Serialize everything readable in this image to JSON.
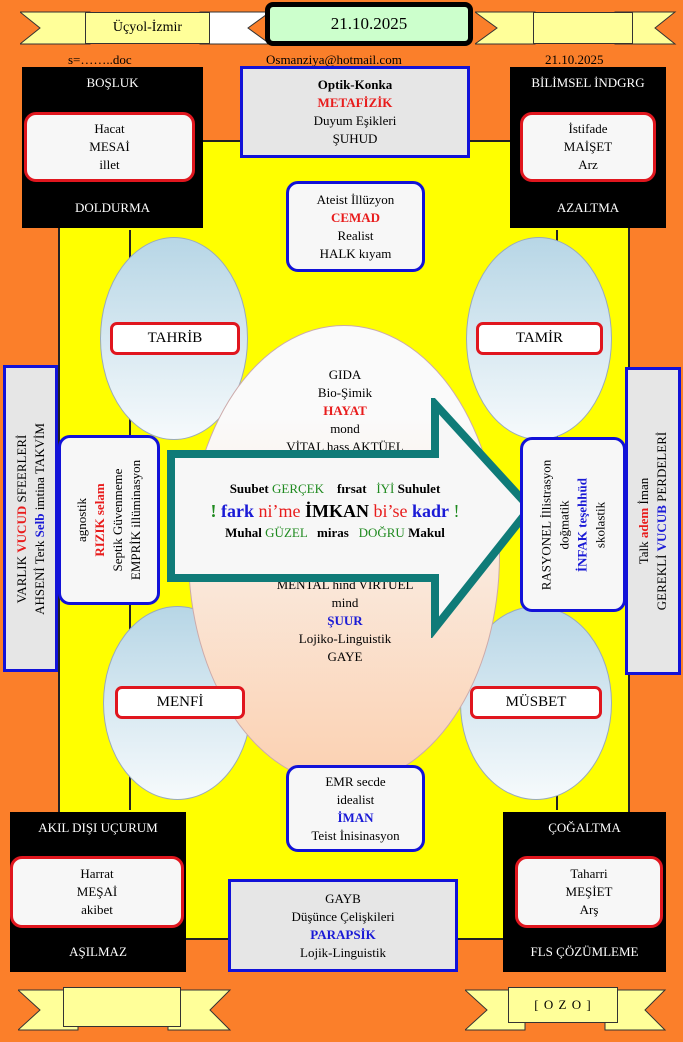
{
  "header": {
    "location": "Üçyol-İzmir",
    "date": "21.10.2025",
    "file": "s=……..doc",
    "email": "Osmanziya@hotmail.com",
    "date_small": "21.10.2025"
  },
  "corners": {
    "tl": {
      "top": "BOŞLUK",
      "lines": [
        "Hacat",
        "MESAİ",
        "illet"
      ],
      "bottom": "DOLDURMA"
    },
    "tr": {
      "top": "BİLİMSEL İNDGRG",
      "lines": [
        "İstifade",
        "MAİŞET",
        "Arz"
      ],
      "bottom": "AZALTMA"
    },
    "bl": {
      "top": "AKIL DIŞI UÇURUM",
      "lines": [
        "Harrat",
        "MEŞAİ",
        "akibet"
      ],
      "bottom": "AŞILMAZ"
    },
    "br": {
      "top": "ÇOĞALTMA",
      "lines": [
        "Taharri",
        "MEŞİET",
        "Arş"
      ],
      "bottom": "FLS ÇÖZÜMLEME"
    }
  },
  "top_box": [
    "Optik-Konka",
    "METAFİZİK",
    "Duyum Eşikleri",
    "ŞUHUD"
  ],
  "ateist_box": [
    "Ateist İllüzyon",
    "CEMAD",
    "Realist",
    "HALK kıyam"
  ],
  "emr_box": [
    "EMR secde",
    "idealist",
    "İMAN",
    "Teist İnisinasyon"
  ],
  "gayb_box": [
    "GAYB",
    "Düşünce Çelişkileri",
    "PARAPSİK",
    "Lojik-Linguistik"
  ],
  "labels": {
    "tahrib": "TAHRİB",
    "tamir": "TAMİR",
    "menfi": "MENFİ",
    "musbet": "MÜSBET"
  },
  "center_top": [
    "GIDA",
    "Bio-Şimik",
    "HAYAT",
    "mond",
    "VİTAL hass AKTÜEL"
  ],
  "center_bottom": [
    "MENTAL hind VİRTUEL",
    "mind",
    "ŞUUR",
    "Lojiko-Linguistik",
    "GAYE"
  ],
  "arrow": {
    "row1": [
      "Suubet",
      "GERÇEK",
      "fırsat",
      "İYİ",
      "Suhulet"
    ],
    "row2": [
      "!",
      "fark",
      "ni’me",
      "İMKAN",
      "bi’se",
      "kadr",
      "!"
    ],
    "row3": [
      "Muhal",
      "GÜZEL",
      "miras",
      "DOĞRU",
      "Makul"
    ]
  },
  "left_side": {
    "line1": [
      "VARLIK",
      "VUCUD",
      "SFEERLERİ"
    ],
    "line2": [
      "AHSENİ Terk",
      "Selb",
      "imtina TAKVİM"
    ]
  },
  "left_box": [
    "agnostik",
    "RIZIK selam",
    "Septik Güvenmeme",
    "EMPRİK illüminasyon"
  ],
  "right_box": [
    "RASYONEL İllistrasyon",
    "doğmatik",
    "İNFAK teşehhüd",
    "skolastik"
  ],
  "right_side": {
    "line1": [
      "Talk",
      "adem",
      "İman"
    ],
    "line2": [
      "GEREKLİ",
      "VUCUB",
      "PERDELERİ"
    ]
  },
  "footer": {
    "right": "[ O Z O ]"
  },
  "colors": {
    "background": "#fb7f2a",
    "yard": "#ffff00",
    "arrow": "#0f7b78"
  }
}
